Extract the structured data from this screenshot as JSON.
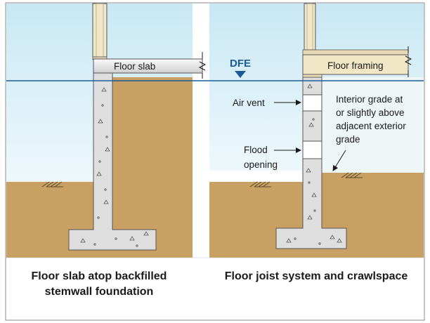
{
  "labels": {
    "floor_slab": "Floor slab",
    "floor_framing": "Floor framing",
    "dfe": "DFE",
    "air_vent": "Air vent",
    "flood_opening_1": "Flood",
    "flood_opening_2": "opening",
    "interior_grade": [
      "Interior grade at",
      "or slightly above",
      "adjacent exterior",
      "grade"
    ]
  },
  "captions": {
    "left": [
      "Floor slab atop backfilled",
      "stemwall foundation"
    ],
    "right": "Floor joist system and crawlspace"
  },
  "colors": {
    "sky_top": "#c8e8f4",
    "sky_bottom": "#e9f6fb",
    "soil": "#c9a064",
    "concrete": "#dedede",
    "wood": "#f1e6c6",
    "dfe_line": "#1a5a96",
    "border": "#8a8a8a"
  },
  "icons": {
    "dfe_marker": "down-triangle-icon",
    "break_mark": "break-line-icon"
  }
}
